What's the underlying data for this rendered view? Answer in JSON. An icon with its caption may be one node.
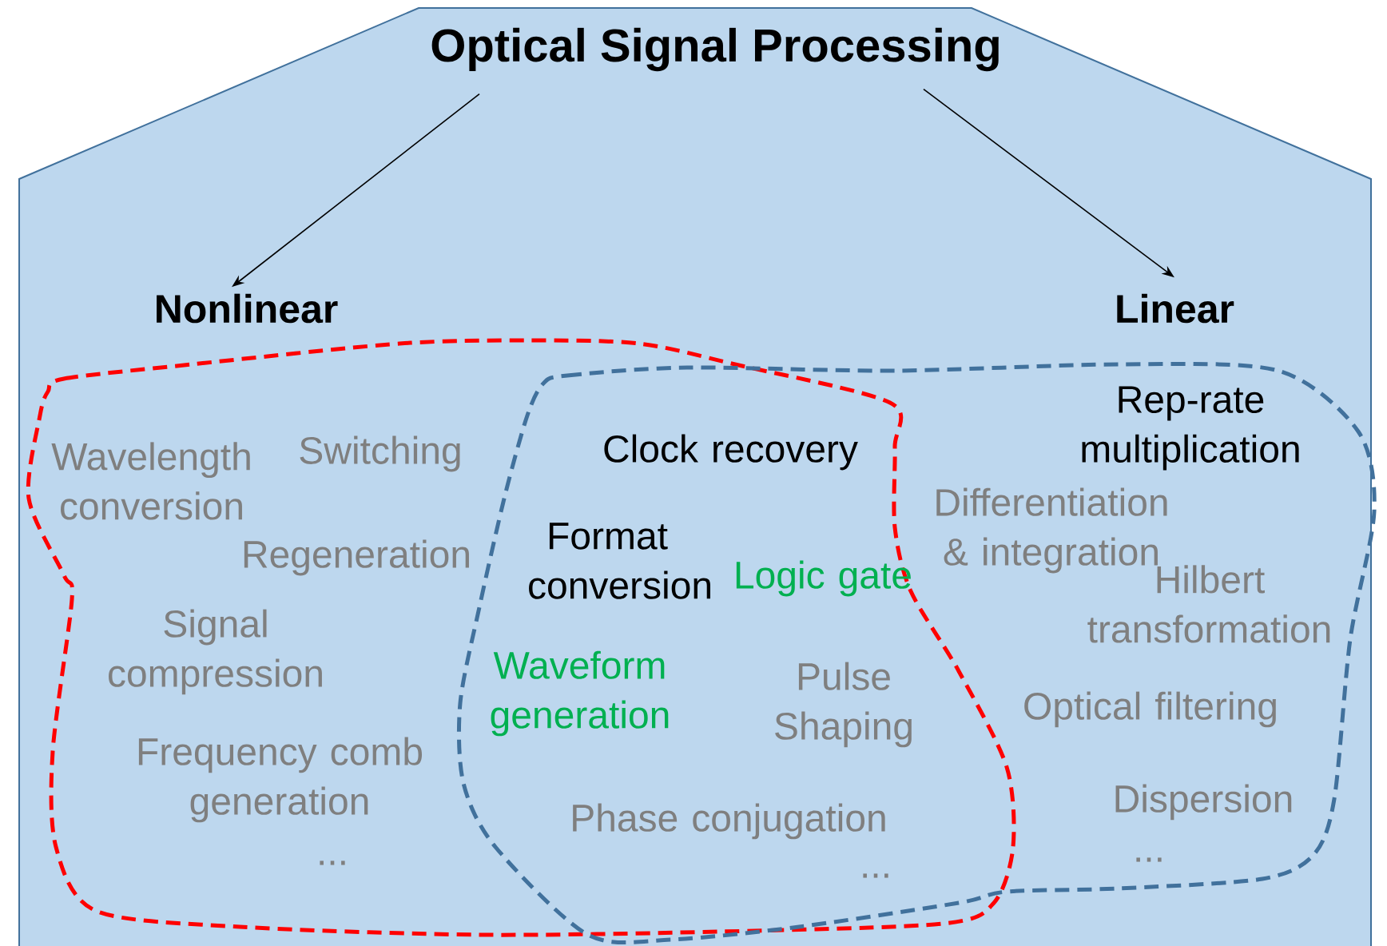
{
  "diagram": {
    "nodes": [
      {
        "text": [
          "Optical Signal Processing"
        ]
      },
      {
        "text": [
          "Nonlinear"
        ]
      },
      {
        "text": [
          "Linear"
        ]
      }
    ],
    "edges": [
      {
        "from": 0,
        "to": 1,
        "arrow": "to"
      },
      {
        "from": 0,
        "to": 2,
        "arrow": "to"
      }
    ],
    "labels": [
      "Wavelength conversion",
      "Switching",
      "Regeneration",
      "Clock recovery",
      "Rep-rate multiplication",
      "Format conversion",
      "Logic gate",
      "Signal compression",
      "Differentiation & integration",
      "Hilbert transformation",
      "Waveform generation",
      "Pulse Shaping",
      "Optical filtering",
      "Frequency comb generation",
      "Phase conjugation",
      "Dispersion",
      "...",
      "...",
      "..."
    ]
  }
}
